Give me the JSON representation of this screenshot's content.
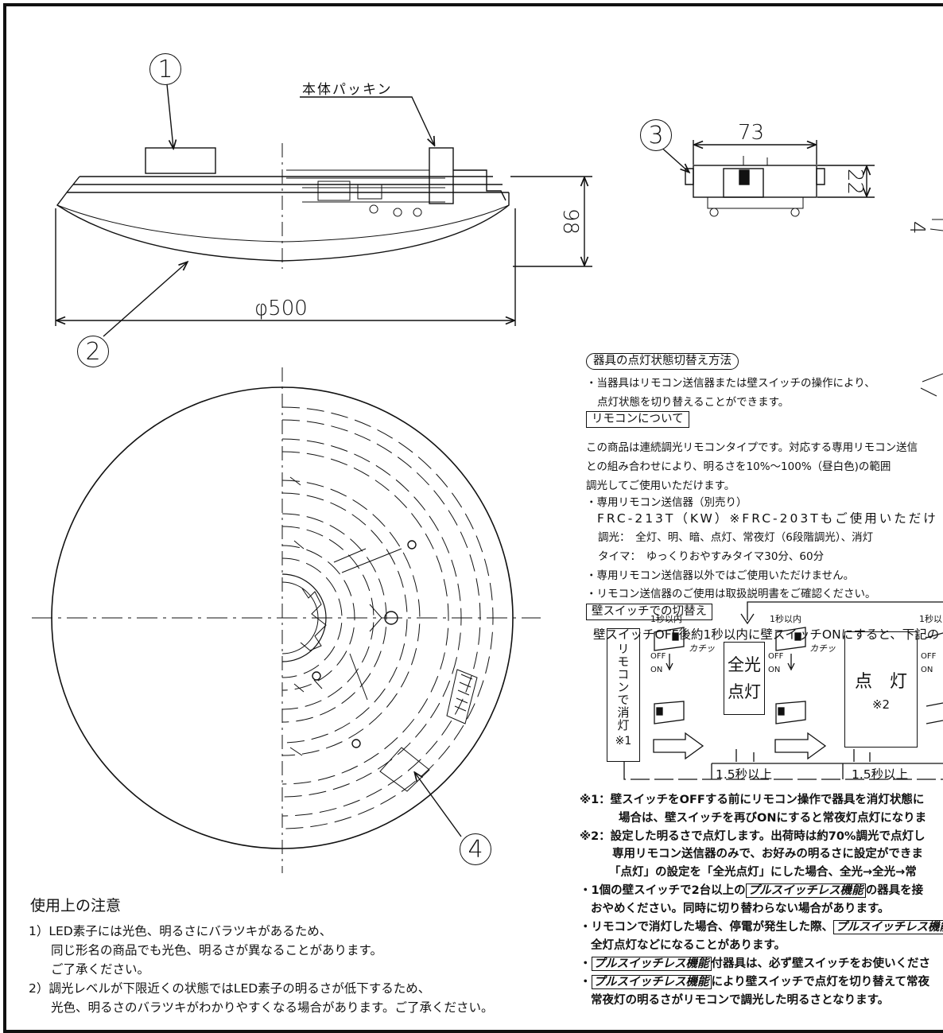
{
  "labels": {
    "body_packing": "本体パッキン",
    "diameter": "φ500",
    "height": "98",
    "adapter_width": "73",
    "adapter_height": "22",
    "partial_dim": "4"
  },
  "callouts": [
    "1",
    "2",
    "3",
    "4"
  ],
  "switching": {
    "title": "器具の点灯状態切替え方法",
    "intro_1": "・当器具はリモコン送信器または壁スイッチの操作により、",
    "intro_2": "点灯状態を切り替えることができます。",
    "remote_heading": "リモコンについて",
    "remote_1": "この商品は連続調光リモコンタイプです。対応する専用リモコン送信",
    "remote_2": "との組み合わせにより、明るさを10%～100%（昼白色)の範囲",
    "remote_3": "調光してご使用いただけます。",
    "remote_4": "・専用リモコン送信器（別売り）",
    "remote_5": "FRC-213T（KW）※FRC-203Tもご使用いただけ",
    "remote_6": "調光：　全灯、明、暗、点灯、常夜灯（6段階調光）、消灯",
    "remote_7": "タイマ：　ゆっくりおやすみタイマ30分、60分",
    "remote_8": "・専用リモコン送信器以外ではご使用いただけません。",
    "remote_9": "・リモコン送信器のご使用は取扱説明書をご確認ください。",
    "wall_heading": "壁スイッチでの切替え",
    "wall_1": "壁スイッチOFF後約1秒以内に壁スイッチONにすると、下記の"
  },
  "flow": {
    "within_1s": "1秒以内",
    "off": "OFF",
    "on": "ON",
    "click": "カチッ",
    "box_remote_off": "リモコンで消灯",
    "note_1": "※1",
    "box_full_on_1": "全光",
    "box_full_on_2": "点灯",
    "box_on": "点　灯",
    "note_2": "※2",
    "over_1_5s": "1.5秒以上"
  },
  "footnotes": {
    "n1_a": "※1：壁スイッチをOFFする前にリモコン操作で器具を消灯状態に",
    "n1_b": "場合は、壁スイッチを再びONにすると常夜灯点灯になりま",
    "n2_a": "※2：設定した明るさで点灯します。出荷時は約70%調光で点灯し",
    "n2_b": "専用リモコン送信器のみで、お好みの明るさに設定ができま",
    "n2_c": "「点灯」の設定を「全光点灯」にした場合、全光→全光→常",
    "b1_pre": "・1個の壁スイッチで2台以上の",
    "pull_switch": "プルスイッチレス機能",
    "b1_post": "の器具を接",
    "b1_b": "おやめください。同時に切り替わらない場合があります。",
    "b2_pre": "・リモコンで消灯した場合、停電が発生した際、",
    "b2_b": "全灯点灯などになることがあります。",
    "b3_post": "付器具は、必ず壁スイッチをお使いくださ",
    "b4_post": "により壁スイッチで点灯を切り替えて常夜",
    "b4_b": "常夜灯の明るさがリモコンで調光した明るさとなります。"
  },
  "cautions": {
    "title": "使用上の注意",
    "c1_a": "1）LED素子には光色、明るさにバラツキがあるため、",
    "c1_b": "同じ形名の商品でも光色、明るさが異なることがあります。",
    "c1_c": "ご了承ください。",
    "c2_a": "2）調光レベルが下限近くの状態ではLED素子の明るさが低下するため、",
    "c2_b": "光色、明るさのバラツキがわかりやすくなる場合があります。ご了承ください。"
  }
}
